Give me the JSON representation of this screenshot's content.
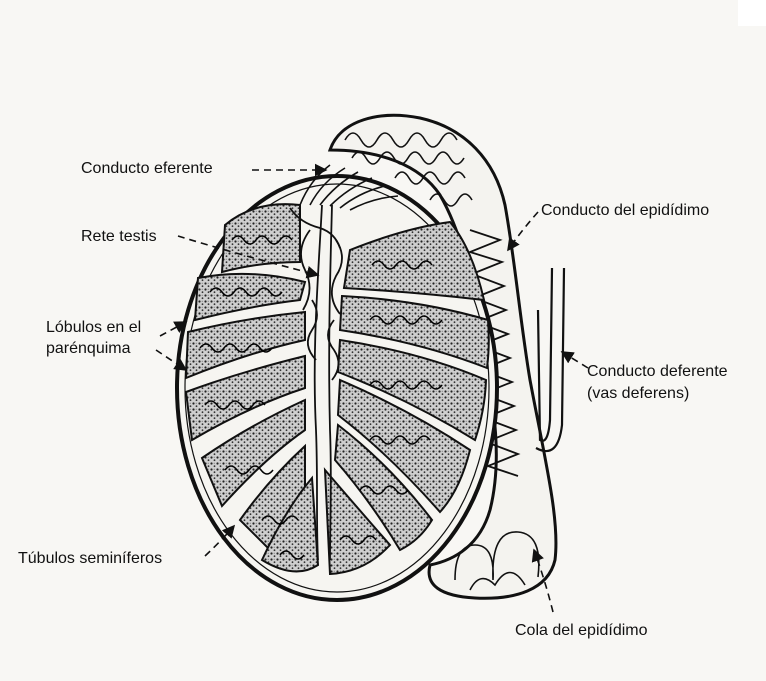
{
  "labels": {
    "efferent_duct": "Conducto eferente",
    "rete_testis": "Rete testis",
    "lobules_line1": "Lóbulos en el",
    "lobules_line2": "parénquima",
    "seminiferous_tubules": "Túbulos seminíferos",
    "epididymal_duct": "Conducto del epidídimo",
    "vas_line1": "Conducto deferente",
    "vas_line2": "(vas deferens)",
    "epididymis_tail": "Cola del epidídimo"
  },
  "colors": {
    "ink": "#111111",
    "paper": "#f8f7f4",
    "lobule_fill": "#3a3a3a"
  }
}
